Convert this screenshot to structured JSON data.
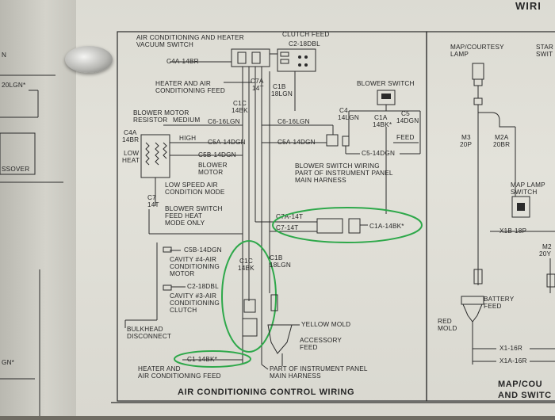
{
  "header": {
    "wiring": "WIRI"
  },
  "left_page": {
    "n": "N",
    "lgn": "20LGN*",
    "sover": "SSOVER",
    "gn": "GN*"
  },
  "main": {
    "title": "AIR CONDITIONING CONTROL WIRING",
    "labels": {
      "ac_vacuum_switch_1": "AIR CONDITIONING AND HEATER",
      "ac_vacuum_switch_2": "VACUUM SWITCH",
      "clutch_feed": "CLUTCH FEED",
      "c2_18dbl_top": "C2-18DBL",
      "c4a_14br_top": "C4A-14BR",
      "heater_feed_1": "HEATER AND AIR",
      "heater_feed_2": "CONDITIONING FEED",
      "c7a": "C7A",
      "c7a_14t": "14T",
      "c1b": "C1B",
      "c1b_18lgn": "18LGN",
      "blower_motor_resistor": "BLOWER MOTOR",
      "resistor": "RESISTOR",
      "medium": "MEDIUM",
      "c1c": "C1C",
      "c1c_14bk": "14BK",
      "blower_switch": "BLOWER SWITCH",
      "c4": "C4",
      "c4_14lgn": "14LGN",
      "c1a": "C1A",
      "c1a_14bk": "14BK*",
      "c5": "C5",
      "c5_14dgn": "14DGN",
      "c6_16lgn_left": "C6-16LGN",
      "c6_16lgn_right": "C6-16LGN",
      "c4a": "C4A",
      "c4a_14br": "14BR",
      "high": "HIGH",
      "c5a_14dgn_left": "C5A-14DGN",
      "c5a_14dgn_right": "C5A-14DGN",
      "low": "LOW",
      "heat": "HEAT",
      "c5b_14dgn_top": "C5B-14DGN",
      "blower": "BLOWER",
      "motor": "MOTOR",
      "feed": "FEED",
      "c5_14dgn_right": "C5-14DGN",
      "low_speed_1": "LOW SPEED AIR",
      "low_speed_2": "CONDITION MODE",
      "bsw_part_1": "BLOWER SWITCH WIRING",
      "bsw_part_2": "PART OF INSTRUMENT PANEL",
      "bsw_part_3": "MAIN HARNESS",
      "c7": "C7",
      "c7_14t": "14T",
      "bs_feed_1": "BLOWER SWITCH",
      "bs_feed_2": "FEED HEAT",
      "bs_feed_3": "MODE ONLY",
      "c7a_14t_row": "C7A-14T",
      "c7_14t_row": "C7-14T",
      "c1a_14bk_row": "C1A-14BK*",
      "c5b_14dgn_low": "C5B-14DGN",
      "cavity4_1": "CAVITY #4-AIR",
      "cavity4_2": "CONDITIONING",
      "cavity4_3": "MOTOR",
      "c1c_mid": "C1C",
      "c1c_mid_14bk": "14BK",
      "c1b_low": "C1B",
      "c1b_low_18lgn": "18LGN",
      "c2_18dbl_low": "C2-18DBL",
      "cavity3_1": "CAVITY #3-AIR",
      "cavity3_2": "CONDITIONING",
      "cavity3_3": "CLUTCH",
      "yellow_mold": "YELLOW MOLD",
      "accessory_1": "ACCESSORY",
      "accessory_2": "FEED",
      "bulkhead_1": "BULKHEAD",
      "bulkhead_2": "DISCONNECT",
      "c1_14bk": "C1-14BK*",
      "heater_feed_low_1": "HEATER AND",
      "heater_feed_low_2": "AIR CONDITIONING FEED",
      "ip_harness_1": "PART OF INSTRUMENT PANEL",
      "ip_harness_2": "MAIN HARNESS"
    }
  },
  "right": {
    "map_courtesy_1": "MAP/COURTESY",
    "map_courtesy_2": "LAMP",
    "star_1": "STAR",
    "star_2": "SWIT",
    "m3": "M3",
    "m3_20p": "20P",
    "m2a": "M2A",
    "m2a_20br": "20BR",
    "map_lamp_1": "MAP LAMP",
    "map_lamp_2": "SWITCH",
    "x1b_18p": "X1B-18P",
    "m2": "M2",
    "m2_20y": "20Y",
    "battery_1": "BATTERY",
    "battery_2": "FEED",
    "red_1": "RED",
    "red_2": "MOLD",
    "x1_16r": "X1-16R",
    "x1a_16r": "X1A-16R",
    "bottom_1": "MAP/COU",
    "bottom_2": "AND SWITC"
  },
  "colors": {
    "paper": "#e0dfd7",
    "ink": "#2b2b2b",
    "highlight": "#2ea84a"
  }
}
